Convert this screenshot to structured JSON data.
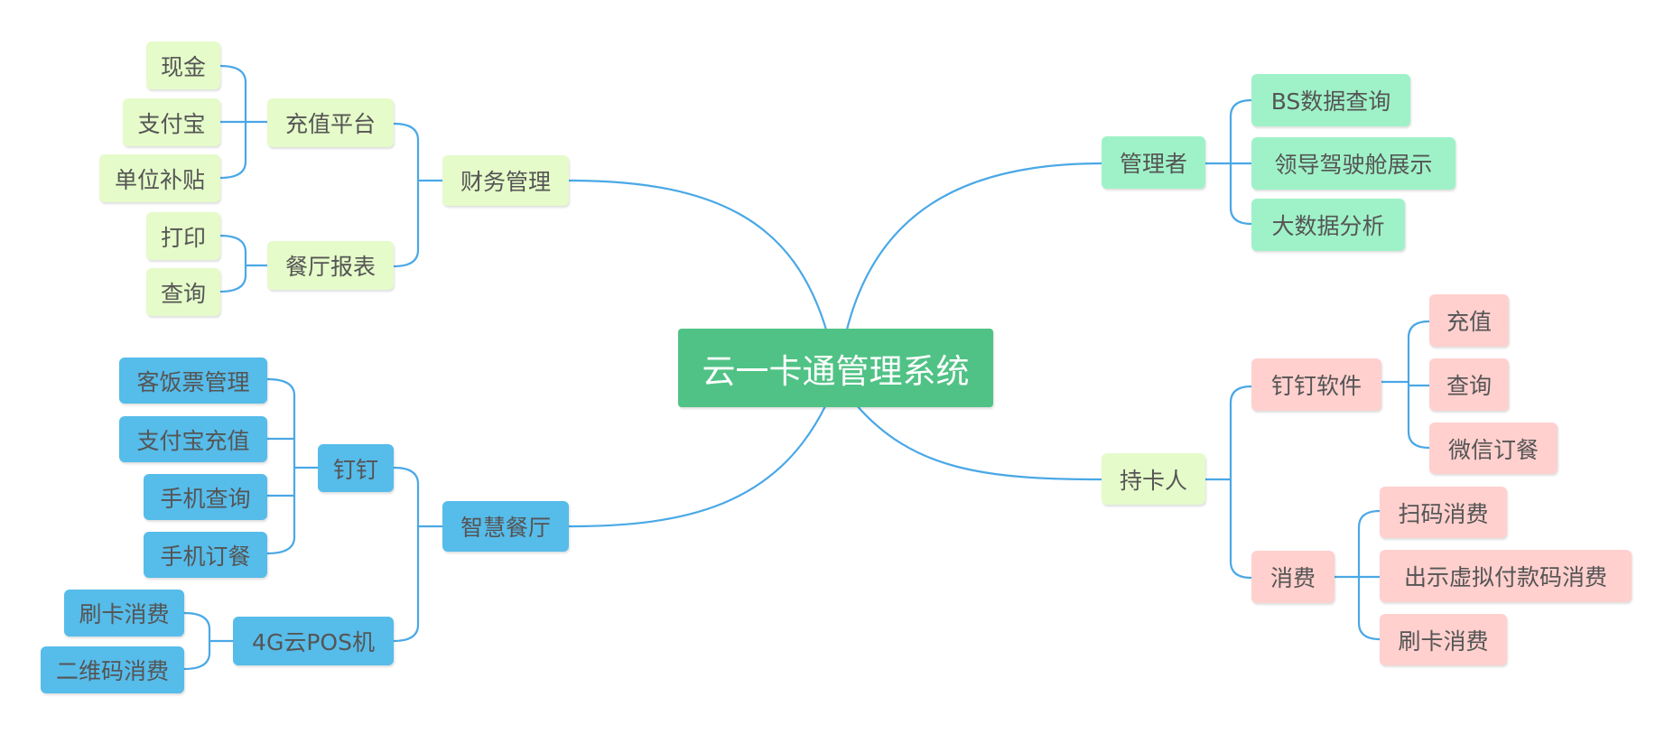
{
  "root": "云一卡通管理系统",
  "branches": {
    "manager": {
      "label": "管理者",
      "items": [
        "BS数据查询",
        "领导驾驶舱展示",
        "大数据分析"
      ]
    },
    "cardholder": {
      "label": "持卡人",
      "dingtalk_software": {
        "label": "钉钉软件",
        "items": [
          "充值",
          "查询",
          "微信订餐"
        ]
      },
      "consumption": {
        "label": "消费",
        "items": [
          "扫码消费",
          "出示虚拟付款码消费",
          "刷卡消费"
        ]
      }
    },
    "finance": {
      "label": "财务管理",
      "recharge_platform": {
        "label": "充值平台",
        "items": [
          "现金",
          "支付宝",
          "单位补贴"
        ]
      },
      "canteen_report": {
        "label": "餐厅报表",
        "items": [
          "打印",
          "查询"
        ]
      }
    },
    "smart_canteen": {
      "label": "智慧餐厅",
      "dingtalk": {
        "label": "钉钉",
        "items": [
          "客饭票管理",
          "支付宝充值",
          "手机查询",
          "手机订餐"
        ]
      },
      "pos": {
        "label": "4G云POS机",
        "items": [
          "刷卡消费",
          "二维码消费"
        ]
      }
    }
  },
  "colors": {
    "root": "#50c285",
    "manager": "#9ff2c8",
    "cardholder_branch": "#e5fbc9",
    "cardholder_leaves": "#ffd0ce",
    "finance": "#e5fbc9",
    "smart_canteen": "#56bcea",
    "connector": "#4aa8e6",
    "text": "#555555"
  }
}
